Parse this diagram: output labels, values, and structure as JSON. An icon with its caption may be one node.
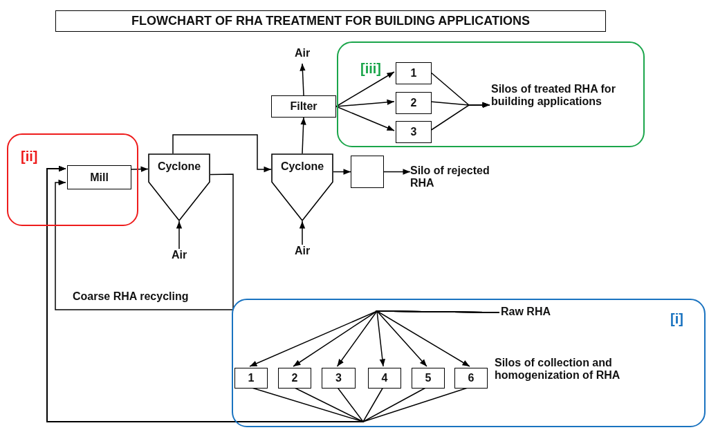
{
  "diagram": {
    "title": "FLOWCHART OF RHA TREATMENT FOR BUILDING APPLICATIONS",
    "nodes": [
      {
        "text": [
          "[ii]"
        ]
      },
      {
        "text": [
          "Mill"
        ],
        "in": 0
      },
      {
        "text": [
          "Cyclone"
        ]
      },
      {
        "text": [
          "Air"
        ]
      },
      {
        "text": [
          "Cyclone"
        ]
      },
      {
        "text": [
          "Air"
        ]
      },
      {
        "text": [
          "Filter"
        ]
      },
      {
        "text": [
          "Air"
        ]
      },
      {
        "text": [
          "[iii]"
        ]
      },
      {
        "text": [
          "1"
        ],
        "in": 8
      },
      {
        "text": [
          "2"
        ],
        "in": 8
      },
      {
        "text": [
          "3"
        ],
        "in": 8
      },
      {
        "text": [
          "Silos of treated RHA for building applications"
        ],
        "in": 8
      },
      {
        "text": [],
        "shape": "box"
      },
      {
        "text": [
          "Silo of rejected RHA"
        ]
      },
      {
        "text": [
          "[i]"
        ]
      },
      {
        "text": [
          "Raw RHA"
        ],
        "in": 15
      },
      {
        "text": [
          "1"
        ],
        "in": 15
      },
      {
        "text": [
          "2"
        ],
        "in": 15
      },
      {
        "text": [
          "3"
        ],
        "in": 15
      },
      {
        "text": [
          "4"
        ],
        "in": 15
      },
      {
        "text": [
          "5"
        ],
        "in": 15
      },
      {
        "text": [
          "6"
        ],
        "in": 15
      },
      {
        "text": [
          "Silos of collection and homogenization of RHA"
        ],
        "in": 15
      }
    ],
    "edges": [
      {
        "from": 1,
        "to": 2,
        "arrow": "to"
      },
      {
        "from": 3,
        "to": 2,
        "arrow": "to"
      },
      {
        "from": 2,
        "to": 4,
        "arrow": "to"
      },
      {
        "from": 5,
        "to": 4,
        "arrow": "to"
      },
      {
        "from": 4,
        "to": 6,
        "arrow": "to"
      },
      {
        "from": 6,
        "to": 7,
        "arrow": "to"
      },
      {
        "from": 6,
        "to": 9,
        "arrow": "to"
      },
      {
        "from": 6,
        "to": 10,
        "arrow": "to"
      },
      {
        "from": 6,
        "to": 11,
        "arrow": "to"
      },
      {
        "from": 9,
        "to": 12,
        "arrow": "to"
      },
      {
        "from": 10,
        "to": 12,
        "arrow": "to"
      },
      {
        "from": 11,
        "to": 12,
        "arrow": "to"
      },
      {
        "from": 4,
        "to": 13,
        "arrow": "to"
      },
      {
        "from": 13,
        "to": 14,
        "arrow": "to"
      },
      {
        "from": 2,
        "to": 1,
        "arrow": "to",
        "label": "Coarse RHA recycling"
      },
      {
        "from": 16,
        "to": 17,
        "arrow": "to"
      },
      {
        "from": 16,
        "to": 18,
        "arrow": "to"
      },
      {
        "from": 16,
        "to": 19,
        "arrow": "to"
      },
      {
        "from": 16,
        "to": 20,
        "arrow": "to"
      },
      {
        "from": 16,
        "to": 21,
        "arrow": "to"
      },
      {
        "from": 16,
        "to": 22,
        "arrow": "to"
      },
      {
        "from": 17,
        "to": 1,
        "arrow": "to"
      },
      {
        "from": 18,
        "to": 1,
        "arrow": "to"
      },
      {
        "from": 19,
        "to": 1,
        "arrow": "to"
      },
      {
        "from": 20,
        "to": 1,
        "arrow": "to"
      },
      {
        "from": 21,
        "to": 1,
        "arrow": "to"
      },
      {
        "from": 22,
        "to": 1,
        "arrow": "to"
      }
    ]
  }
}
